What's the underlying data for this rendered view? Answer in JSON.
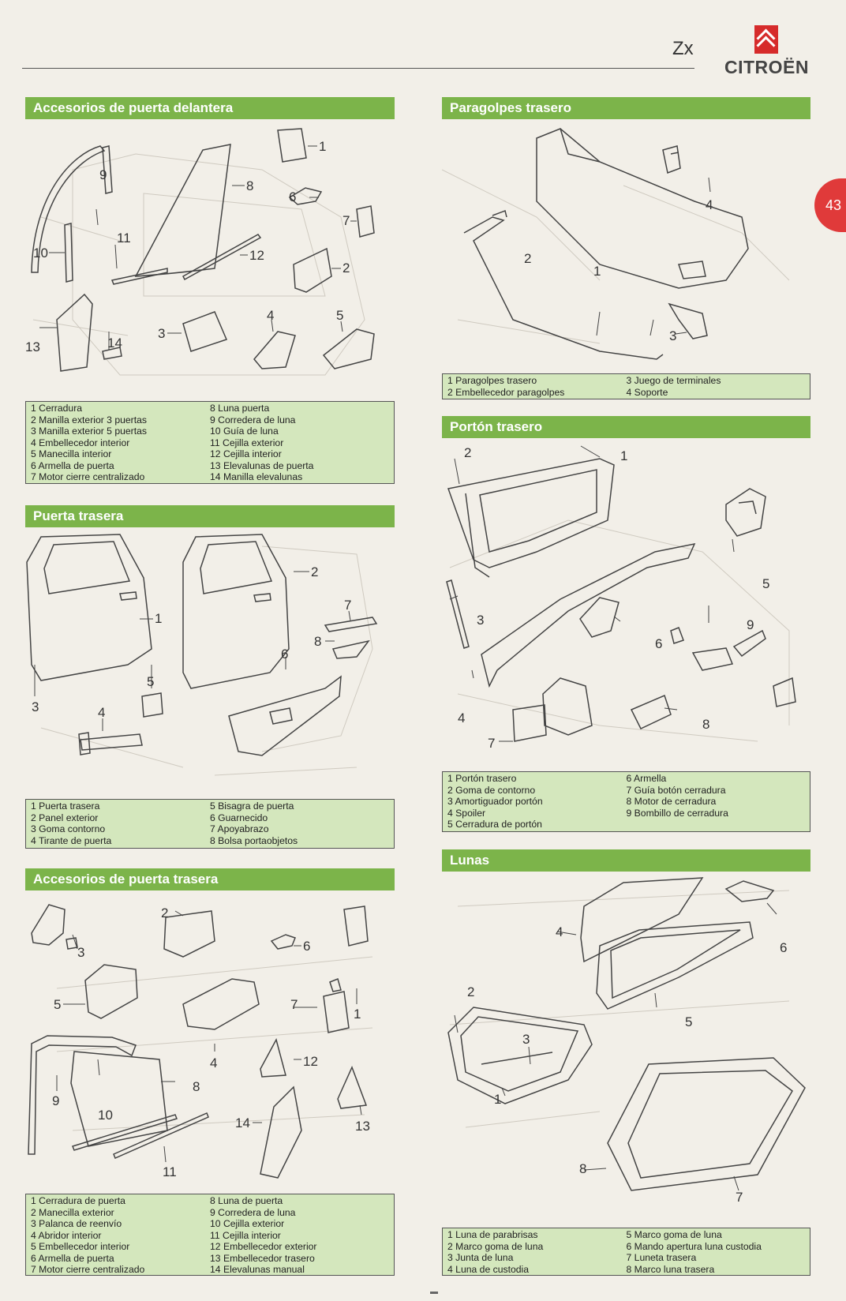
{
  "header": {
    "model": "Zx",
    "brand": "CITROËN",
    "page_number": "43"
  },
  "colors": {
    "section_header": "#7cb44a",
    "legend_background": "#d4e7bd",
    "page_tab": "#e03a3a",
    "brand_red": "#d62b2b"
  },
  "sections": {
    "front_door_accessories": {
      "title": "Accesorios de puerta delantera",
      "callouts": [
        "1",
        "2",
        "3",
        "4",
        "5",
        "6",
        "7",
        "8",
        "9",
        "10",
        "11",
        "12",
        "13",
        "14"
      ],
      "legend_left": [
        "1 Cerradura",
        "2 Manilla exterior 3 puertas",
        "3 Manilla exterior 5 puertas",
        "4 Embellecedor interior",
        "5 Manecilla interior",
        "6 Armella de puerta",
        "7 Motor cierre centralizado"
      ],
      "legend_right": [
        "8 Luna puerta",
        "9 Corredera de luna",
        "10 Guía de luna",
        "11 Cejilla exterior",
        "12 Cejilla interior",
        "13 Elevalunas de puerta",
        "14 Manilla elevalunas"
      ]
    },
    "rear_door": {
      "title": "Puerta trasera",
      "callouts": [
        "1",
        "2",
        "3",
        "4",
        "5",
        "6",
        "7",
        "8"
      ],
      "legend_left": [
        "1 Puerta trasera",
        "2 Panel exterior",
        "3 Goma contorno",
        "4 Tirante de puerta"
      ],
      "legend_right": [
        "5 Bisagra de puerta",
        "6 Guarnecido",
        "7 Apoyabrazo",
        "8 Bolsa portaobjetos"
      ]
    },
    "rear_door_accessories": {
      "title": "Accesorios de puerta trasera",
      "callouts": [
        "1",
        "2",
        "3",
        "4",
        "5",
        "6",
        "7",
        "8",
        "9",
        "10",
        "11",
        "12",
        "13",
        "14"
      ],
      "legend_left": [
        "1 Cerradura de puerta",
        "2 Manecilla exterior",
        "3 Palanca de reenvío",
        "4 Abridor interior",
        "5 Embellecedor interior",
        "6 Armella de puerta",
        "7 Motor cierre centralizado"
      ],
      "legend_right": [
        "8 Luna de puerta",
        "9 Corredera de luna",
        "10 Cejilla exterior",
        "11 Cejilla interior",
        "12 Embellecedor exterior",
        "13 Embellecedor trasero",
        "14 Elevalunas manual"
      ]
    },
    "rear_bumper": {
      "title": "Paragolpes trasero",
      "callouts": [
        "1",
        "2",
        "3",
        "4"
      ],
      "legend_left": [
        "1 Paragolpes trasero",
        "2 Embellecedor paragolpes"
      ],
      "legend_right": [
        "3 Juego de terminales",
        "4 Soporte"
      ]
    },
    "tailgate": {
      "title": "Portón trasero",
      "callouts": [
        "1",
        "2",
        "3",
        "4",
        "5",
        "6",
        "7",
        "8",
        "9"
      ],
      "legend_left": [
        "1 Portón trasero",
        "2 Goma de contorno",
        "3 Amortiguador portón",
        "4 Spoiler",
        "5 Cerradura de portón"
      ],
      "legend_right": [
        "6 Armella",
        "7 Guía botón cerradura",
        "8 Motor de cerradura",
        "9 Bombillo de cerradura"
      ]
    },
    "glass": {
      "title": "Lunas",
      "callouts": [
        "1",
        "2",
        "3",
        "4",
        "5",
        "6",
        "7",
        "8"
      ],
      "legend_left": [
        "1 Luna de parabrisas",
        "2 Marco goma de luna",
        "3 Junta de luna",
        "4 Luna de custodia"
      ],
      "legend_right": [
        "5 Marco goma de luna",
        "6 Mando apertura luna custodia",
        "7 Luneta trasera",
        "8 Marco luna trasera"
      ]
    }
  }
}
